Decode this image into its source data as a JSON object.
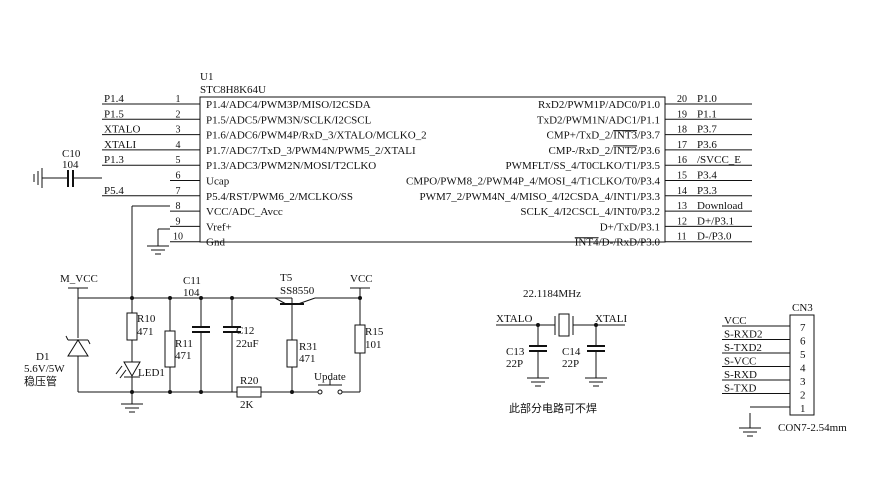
{
  "chip": {
    "ref": "U1",
    "part": "STC8H8K64U",
    "left_pins": [
      {
        "num": "1",
        "name": "P1.4/ADC4/PWM3P/MISO/I2CSDA",
        "net": "P1.4"
      },
      {
        "num": "2",
        "name": "P1.5/ADC5/PWM3N/SCLK/I2CSCL",
        "net": "P1.5"
      },
      {
        "num": "3",
        "name": "P1.6/ADC6/PWM4P/RxD_3/XTALO/MCLKO_2",
        "net": "XTALO"
      },
      {
        "num": "4",
        "name": "P1.7/ADC7/TxD_3/PWM4N/PWM5_2/XTALI",
        "net": "XTALI"
      },
      {
        "num": "5",
        "name": "P1.3/ADC3/PWM2N/MOSI/T2CLKO",
        "net": "P1.3"
      },
      {
        "num": "6",
        "name": "Ucap",
        "net": ""
      },
      {
        "num": "7",
        "name": "P5.4/RST/PWM6_2/MCLKO/SS",
        "net": "P5.4"
      },
      {
        "num": "8",
        "name": "VCC/ADC_Avcc",
        "net": ""
      },
      {
        "num": "9",
        "name": "Vref+",
        "net": ""
      },
      {
        "num": "10",
        "name": "Gnd",
        "net": ""
      }
    ],
    "right_pins": [
      {
        "num": "20",
        "name": "RxD2/PWM1P/ADC0/P1.0",
        "net": "P1.0"
      },
      {
        "num": "19",
        "name": "TxD2/PWM1N/ADC1/P1.1",
        "net": "P1.1"
      },
      {
        "num": "18",
        "name": "CMP+/TxD_2/INT3/P3.7",
        "net": "P3.7"
      },
      {
        "num": "17",
        "name": "CMP-/RxD_2/INT2/P3.6",
        "net": "P3.6"
      },
      {
        "num": "16",
        "name": "PWMFLT/SS_4/T0CLKO/T1/P3.5",
        "net": "/SVCC_E"
      },
      {
        "num": "15",
        "name": "CMPO/PWM8_2/PWM4P_4/MOSI_4/T1CLKO/T0/P3.4",
        "net": "P3.4"
      },
      {
        "num": "14",
        "name": "PWM7_2/PWM4N_4/MISO_4/I2CSDA_4/INT1/P3.3",
        "net": "P3.3"
      },
      {
        "num": "13",
        "name": "SCLK_4/I2CSCL_4/INT0/P3.2",
        "net": "Download"
      },
      {
        "num": "12",
        "name": "D+/TxD/P3.1",
        "net": "D+/P3.1"
      },
      {
        "num": "11",
        "name": "INT4/D-/RxD/P3.0",
        "net": "D-/P3.0"
      }
    ]
  },
  "c10": {
    "ref": "C10",
    "value": "104"
  },
  "c11": {
    "ref": "C11",
    "value": "104"
  },
  "c12": {
    "ref": "C12",
    "value": "22uF"
  },
  "c13": {
    "ref": "C13",
    "value": "22P"
  },
  "c14": {
    "ref": "C14",
    "value": "22P"
  },
  "d1": {
    "ref": "D1",
    "value": "5.6V/5W",
    "desc": "稳压管"
  },
  "led1": {
    "ref": "LED1"
  },
  "r10": {
    "ref": "R10",
    "value": "471"
  },
  "r11": {
    "ref": "R11",
    "value": "471"
  },
  "r15": {
    "ref": "R15",
    "value": "101"
  },
  "r20": {
    "ref": "R20",
    "value": "2K"
  },
  "r31": {
    "ref": "R31",
    "value": "471"
  },
  "t5": {
    "ref": "T5",
    "part": "SS8550"
  },
  "net_mvcc": "M_VCC",
  "net_vcc": "VCC",
  "button": {
    "label": "Update"
  },
  "crystal": {
    "freq": "22.1184MHz",
    "xtalo": "XTALO",
    "xtali": "XTALI",
    "note": "此部分电路可不焊"
  },
  "cn3": {
    "ref": "CN3",
    "part": "CON7-2.54mm",
    "pins": [
      {
        "num": "7",
        "net": "VCC"
      },
      {
        "num": "6",
        "net": "S-RXD2"
      },
      {
        "num": "5",
        "net": "S-TXD2"
      },
      {
        "num": "4",
        "net": "S-VCC"
      },
      {
        "num": "3",
        "net": "S-RXD"
      },
      {
        "num": "2",
        "net": "S-TXD"
      },
      {
        "num": "1",
        "net": ""
      }
    ]
  }
}
